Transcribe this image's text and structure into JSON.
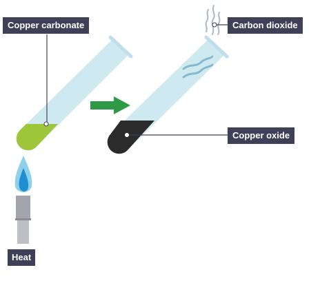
{
  "diagram": {
    "labels": {
      "copper_carbonate": "Copper carbonate",
      "carbon_dioxide": "Carbon dioxide",
      "copper_oxide": "Copper oxide",
      "heat": "Heat"
    },
    "colors": {
      "label_background": "#3f3f58",
      "label_text": "#ffffff",
      "tube_glass": "#cfe9f1",
      "copper_carbonate": "#9dc63b",
      "copper_oxide": "#2b2b2b",
      "arrow": "#2f9a45",
      "flame_outer": "#8fd0ea",
      "flame_inner": "#1e8fd0",
      "burner": "#a4a4ac",
      "gas_wisps": "#7fb8d0"
    },
    "icons": [
      "test-tube-icon",
      "flame-icon",
      "burner-icon",
      "arrow-right-icon",
      "gas-wisp-icon"
    ]
  }
}
